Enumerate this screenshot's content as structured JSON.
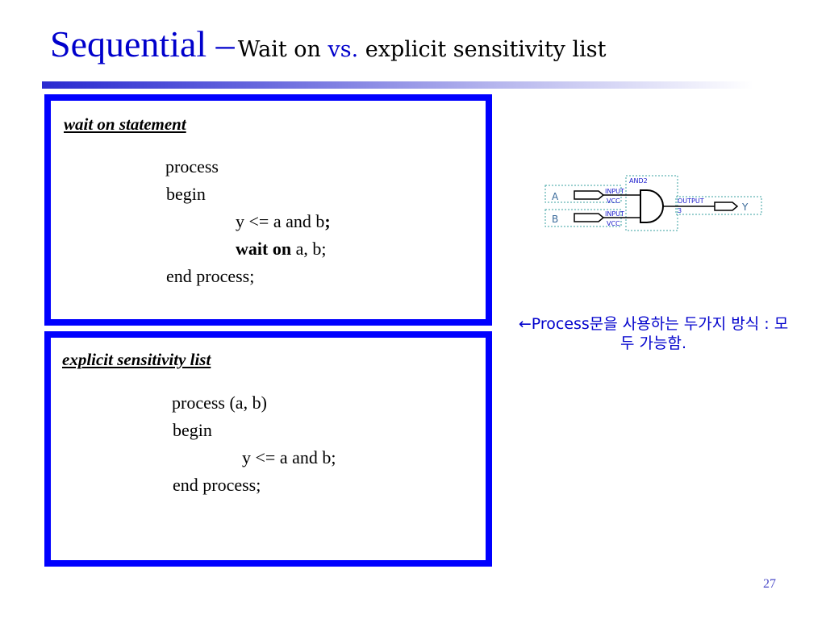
{
  "title": {
    "main": "Sequential –",
    "sub_part1": "Wait on",
    "sub_vs": "vs.",
    "sub_part2": "explicit sensitivity list"
  },
  "box_wait": {
    "heading": "wait on statement",
    "lines": {
      "process": "process",
      "begin": "begin",
      "assign_text": "y <= a and b",
      "assign_semicolon": ";",
      "wait_keyword": "wait on",
      "wait_args": " a, b;",
      "end": "end process;"
    }
  },
  "box_sensitivity": {
    "heading": "explicit sensitivity list",
    "lines": {
      "process": "process (a, b)",
      "begin": "begin",
      "assign": "y <= a and b;",
      "end": "end process;"
    }
  },
  "circuit": {
    "input_a_label": "A",
    "input_b_label": "B",
    "input_tag": "INPUT",
    "vcc_tag": "VCC",
    "gate_label": "AND2",
    "output_tag": "OUTPUT",
    "output_label": "Y",
    "pin_label": "3",
    "colors": {
      "wire": "#000000",
      "tag_text": "#1a1acc",
      "dotted": "#3aa0a0"
    }
  },
  "note": {
    "arrow_icon": "left-arrow-icon",
    "arrow": "←",
    "text": "Process문을 사용하는 두가지 방식 : 모두 가능함."
  },
  "page_number": "27",
  "colors": {
    "title_blue": "#0000cc",
    "box_border": "#0000ff"
  }
}
